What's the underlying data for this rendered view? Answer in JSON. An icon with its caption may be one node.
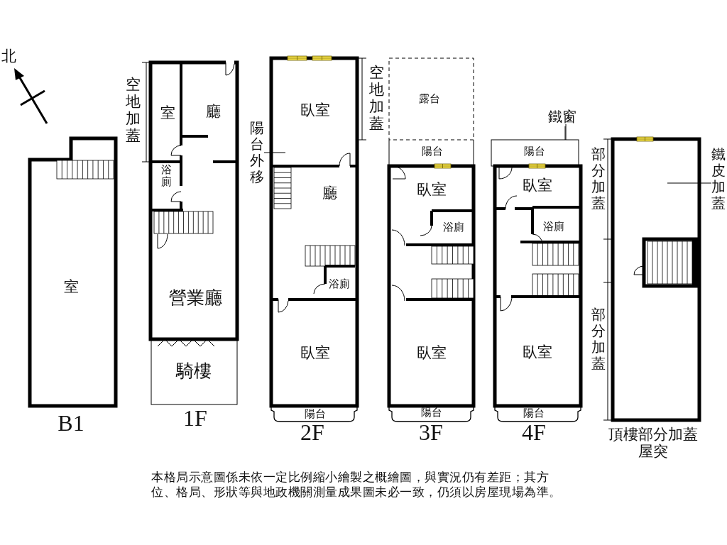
{
  "diagram": {
    "caption": "本格局示意圖係未依一定比例縮小繪製之概繪圖，與實況仍有差距；其方位、格局、形狀等與地政機關測量成果圖未必一致，仍須以房屋現場為準。",
    "nodes": [
      {
        "text": [
          "B1"
        ]
      },
      {
        "text": [
          "室"
        ],
        "in": 0
      },
      {
        "text": [
          "1F"
        ]
      },
      {
        "text": [
          "室"
        ],
        "in": 2
      },
      {
        "text": [
          "廳"
        ],
        "in": 2
      },
      {
        "text": [
          "浴廁"
        ],
        "in": 2
      },
      {
        "text": [
          "營業廳"
        ],
        "in": 2
      },
      {
        "text": [
          "騎樓"
        ],
        "in": 2
      },
      {
        "text": [
          "2F"
        ]
      },
      {
        "text": [
          "臥室"
        ],
        "in": 8
      },
      {
        "text": [
          "廳"
        ],
        "in": 8
      },
      {
        "text": [
          "浴廁"
        ],
        "in": 8
      },
      {
        "text": [
          "臥室"
        ],
        "in": 8
      },
      {
        "text": [
          "陽台"
        ]
      },
      {
        "text": [
          "3F"
        ]
      },
      {
        "text": [
          "露台"
        ]
      },
      {
        "text": [
          "陽台"
        ]
      },
      {
        "text": [
          "臥室"
        ],
        "in": 14
      },
      {
        "text": [
          "浴廁"
        ],
        "in": 14
      },
      {
        "text": [
          "臥室"
        ],
        "in": 14
      },
      {
        "text": [
          "陽台"
        ]
      },
      {
        "text": [
          "4F"
        ]
      },
      {
        "text": [
          "陽台"
        ]
      },
      {
        "text": [
          "臥室"
        ],
        "in": 21
      },
      {
        "text": [
          "浴廁"
        ],
        "in": 21
      },
      {
        "text": [
          "臥室"
        ],
        "in": 21
      },
      {
        "text": [
          "陽台"
        ]
      },
      {
        "text": [
          "頂樓部分加蓋",
          "屋突"
        ]
      },
      {
        "text": [
          "陽台外移"
        ]
      },
      {
        "text": [
          "鐵窗"
        ]
      },
      {
        "text": [
          "鐵皮加蓋"
        ]
      }
    ],
    "edges": [
      {
        "from": 28,
        "to": null,
        "arrow": "none"
      },
      {
        "from": 29,
        "to": 21,
        "arrow": "none"
      },
      {
        "from": 30,
        "to": 27,
        "arrow": "none"
      }
    ],
    "labels": [
      "北",
      "空地加蓋",
      "空地加蓋",
      "部分加蓋",
      "部分加蓋"
    ]
  }
}
